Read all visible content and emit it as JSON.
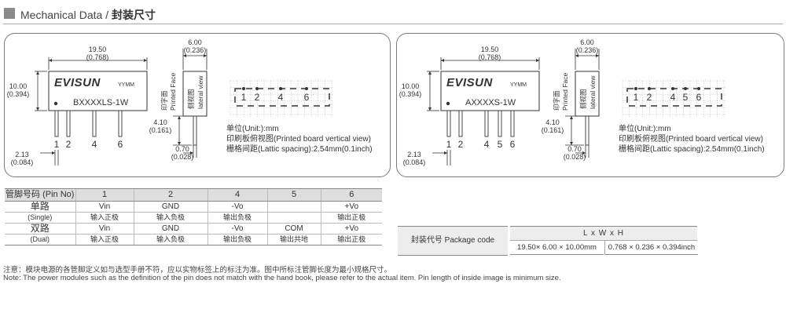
{
  "header": {
    "title_en": "Mechanical Data /",
    "title_cn": "封装尺寸"
  },
  "drawings": [
    {
      "width_mm": "19.50",
      "width_in": "(0.768)",
      "depth_mm": "6.00",
      "depth_in": "(0.236)",
      "height_mm": "10.00",
      "height_in": "(0.394)",
      "pin_len_mm": "4.10",
      "pin_len_in": "(0.161)",
      "pin_w_mm": "0.70",
      "pin_w_in": "(0.028)",
      "pin_off_mm": "2.13",
      "pin_off_in": "(0.084)",
      "brand": "EVISUN",
      "date_code": "YYMM",
      "model": "BXXXXLS-1W",
      "pin_labels": [
        "1",
        "2",
        "4",
        "6"
      ],
      "face_cn": "印字面",
      "face_en": "Printed Face",
      "side_cn": "侧视图",
      "side_en": "lateral view",
      "grid_labels": [
        "1",
        "2",
        "4",
        "6"
      ],
      "unit": "单位(Unit:):mm",
      "pcb_view": "印刷板俯视图(Printed board vertical view)",
      "lattice": "栅格间距(Lattic spacing):2.54mm(0.1inch)"
    },
    {
      "width_mm": "19.50",
      "width_in": "(0.768)",
      "depth_mm": "6.00",
      "depth_in": "(0.236)",
      "height_mm": "10.00",
      "height_in": "(0.394)",
      "pin_len_mm": "4.10",
      "pin_len_in": "(0.161)",
      "pin_w_mm": "0.70",
      "pin_w_in": "(0.028)",
      "pin_off_mm": "2.13",
      "pin_off_in": "(0.084)",
      "brand": "EVISUN",
      "date_code": "YYMM",
      "model": "AXXXXS-1W",
      "pin_labels": [
        "1",
        "2",
        "4",
        "5",
        "6"
      ],
      "face_cn": "印字面",
      "face_en": "Printed Face",
      "side_cn": "侧视图",
      "side_en": "lateral view",
      "grid_labels": [
        "1",
        "2",
        "4",
        "5",
        "6"
      ],
      "unit": "单位(Unit:):mm",
      "pcb_view": "印刷板俯视图(Printed board vertical view)",
      "lattice": "栅格间距(Lattic spacing):2.54mm(0.1inch)"
    }
  ],
  "pin_table": {
    "header": [
      "管脚号码 (Pin No)",
      "1",
      "2",
      "4",
      "5",
      "6"
    ],
    "single_cn": "单路",
    "single_en": "(Single)",
    "single_names": [
      "Vin",
      "GND",
      "-Vo",
      "",
      "+Vo"
    ],
    "single_funcs": [
      "输入正极",
      "输入负极",
      "输出负极",
      "",
      "输出正极"
    ],
    "dual_cn": "双路",
    "dual_en": "(Dual)",
    "dual_names": [
      "Vin",
      "GND",
      "-Vo",
      "COM",
      "+Vo"
    ],
    "dual_funcs": [
      "输入正极",
      "输入负极",
      "输出负极",
      "输出共地",
      "输出正极"
    ]
  },
  "package": {
    "label": "封装代号  Package code",
    "axes": "L x W x H",
    "value_mm": "19.50× 6.00 × 10.00mm",
    "value_in": "0.768 × 0.236 × 0.394inch"
  },
  "notes": {
    "cn": "注意：模块电源的各管脚定义如与选型手册不符，应以实物标签上的标注为准。图中所标注管脚长度为最小规格尺寸。",
    "en": "Note:  The power modules such as the definition of the pin does not match with the hand book, please refer to the actual item. Pin length of inside image is minimum size."
  }
}
